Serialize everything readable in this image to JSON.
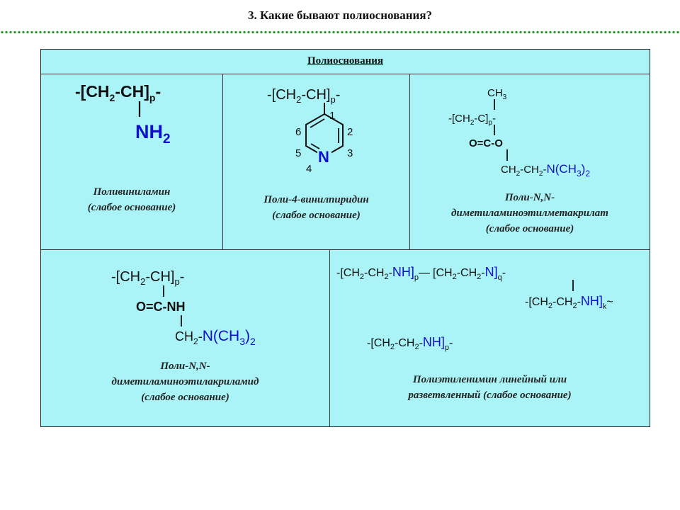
{
  "slide": {
    "title": "3. Какие бывают полиоснования?"
  },
  "table": {
    "header": "Полиоснования"
  },
  "cells": {
    "polyvinylamine": {
      "backbone": [
        "-[CH",
        "2",
        "-CH]",
        "p",
        "-"
      ],
      "pendant": [
        "NH",
        "2"
      ],
      "caption": [
        "Поливиниламин",
        "(слабое основание)"
      ]
    },
    "polyvinylpyridine": {
      "backbone": [
        "-[CH",
        "2",
        "-CH]",
        "p",
        "-"
      ],
      "ring_numbers": [
        "1",
        "2",
        "3",
        "4",
        "5",
        "6"
      ],
      "heteroatom": "N",
      "caption": [
        "Поли-4-винилпиридин",
        "(слабое основание)"
      ]
    },
    "dmaema": {
      "methyl": [
        "CH",
        "3"
      ],
      "backbone": [
        "-[CH",
        "2",
        "-C]",
        "p",
        "-"
      ],
      "carbonyl": "O=C-O",
      "side": [
        "CH",
        "2",
        "-CH",
        "2",
        "-",
        "N(CH",
        "3",
        ")",
        "2"
      ],
      "caption": [
        "Поли-N,N-",
        "диметиламиноэтилметакрилат",
        "(слабое основание)"
      ]
    },
    "dmaeaa": {
      "backbone": [
        "-[CH",
        "2",
        "-CH]",
        "p",
        "-"
      ],
      "amide": "O=C-NH",
      "side": [
        "CH",
        "2",
        "-",
        "N(CH",
        "3",
        ")",
        "2"
      ],
      "caption": [
        "Поли-N,N-",
        "диметиламиноэтилакриламид",
        "(слабое основание)"
      ]
    },
    "pei": {
      "branched_line1": [
        "-[CH",
        "2",
        "-CH",
        "2",
        "-",
        "NH]",
        "p",
        "—",
        "[CH",
        "2",
        "-CH",
        "2",
        "-",
        "N]",
        "q",
        "-"
      ],
      "branch": [
        "-[CH",
        "2",
        "-CH",
        "2",
        "-",
        "NH]",
        "k",
        "~"
      ],
      "linear": [
        "-[CH",
        "2",
        "-CH",
        "2",
        "-",
        "NH]",
        "p",
        "-"
      ],
      "caption": [
        "Полиэтиленимин линейный или",
        "разветвленный (слабое основание)"
      ]
    }
  },
  "colors": {
    "background": "#aaf4f8",
    "amine": "#1010cc",
    "text": "#111111",
    "dots": "#2f9a2f"
  }
}
